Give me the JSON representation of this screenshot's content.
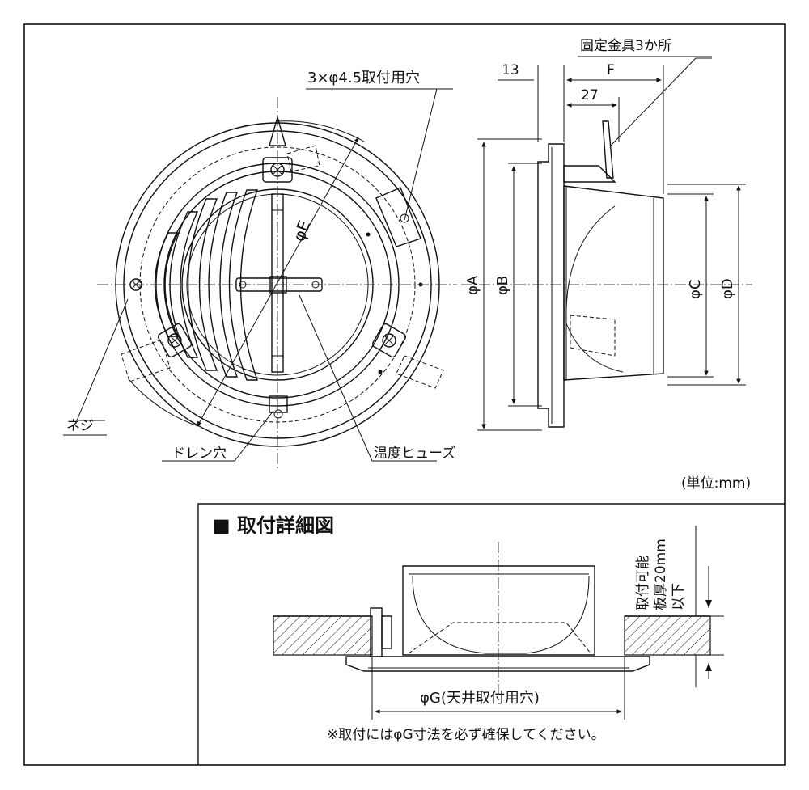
{
  "labels": {
    "mount_holes": "3×φ4.5取付用穴",
    "fixing_brackets": "固定金具3か所",
    "dim_13": "13",
    "dim_F": "F",
    "dim_27": "27",
    "phi_E": "φE",
    "phi_A": "φA",
    "phi_B": "φB",
    "phi_C": "φC",
    "phi_D": "φD",
    "screw": "ネジ",
    "drain_hole": "ドレン穴",
    "thermal_fuse": "温度ヒューズ",
    "unit": "(単位:mm)"
  },
  "detail": {
    "heading": "■ 取付詳細図",
    "plate_line1": "取付可能",
    "plate_line2": "板厚20mm",
    "plate_line3": "以下",
    "phi_G": "φG(天井取付用穴)",
    "note": "※取付にはφG寸法を必ず確保してください。"
  }
}
